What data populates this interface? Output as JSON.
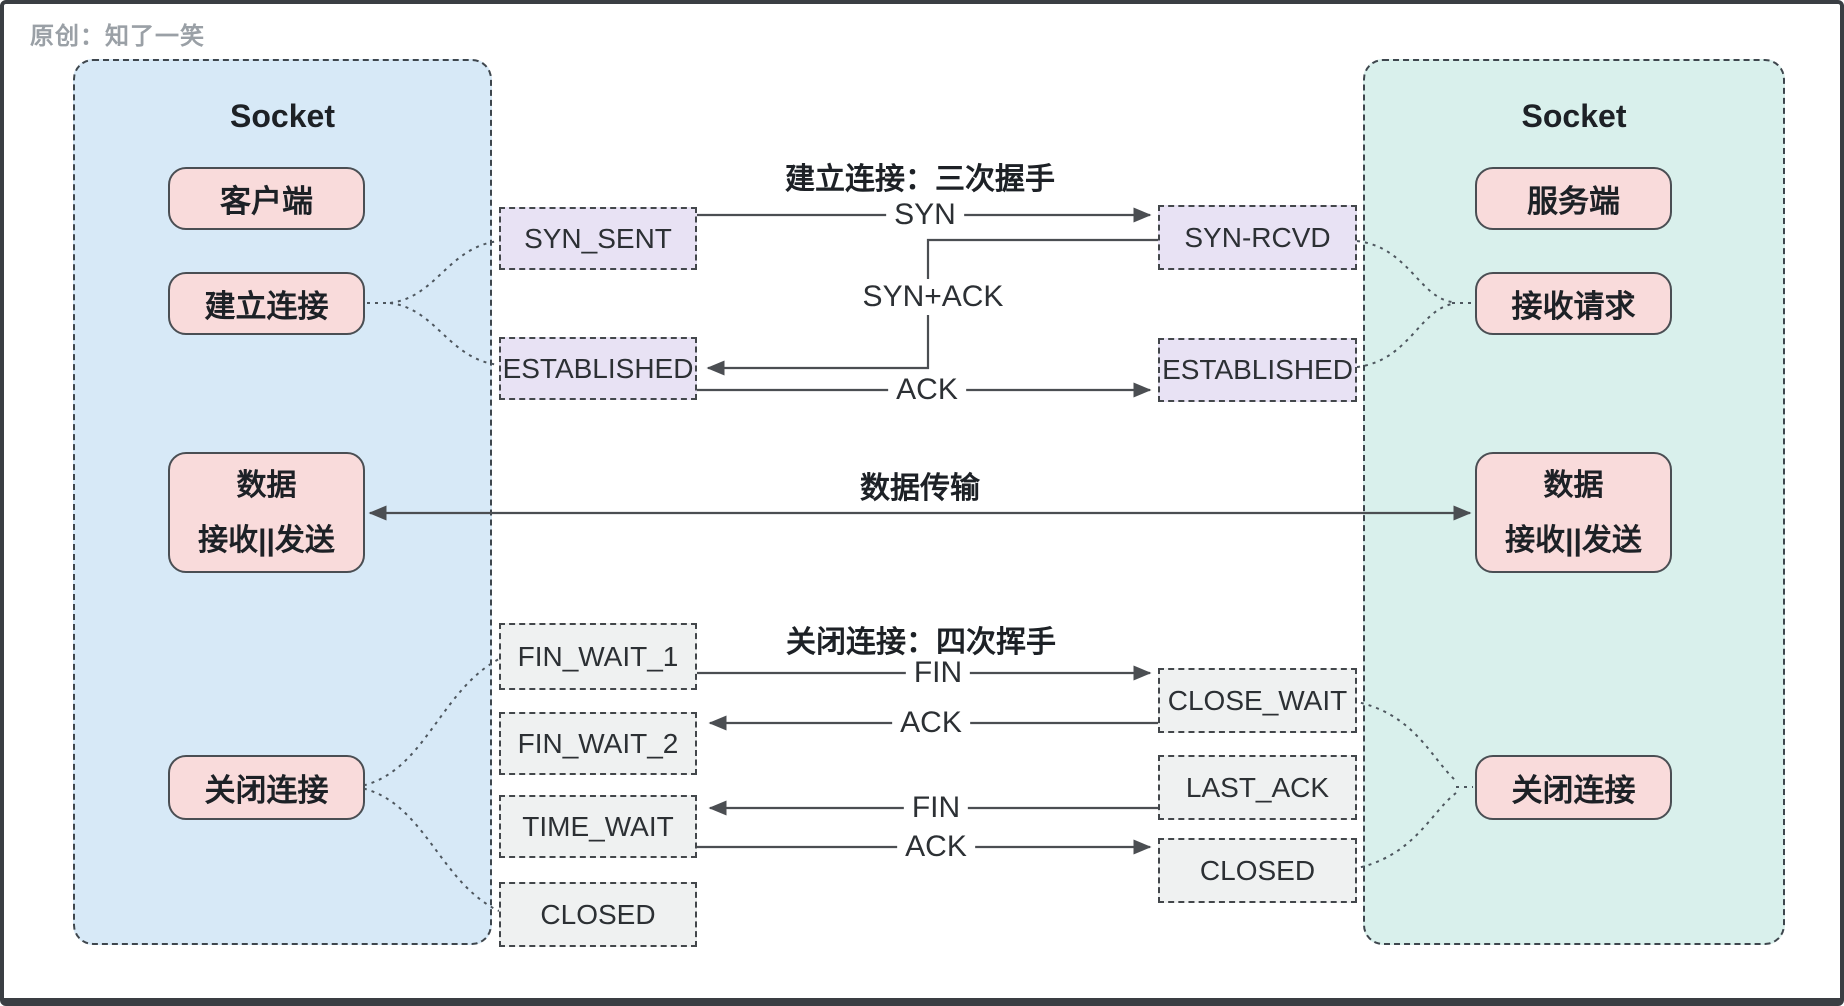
{
  "watermark": "原创：知了一笑",
  "left_panel": {
    "title": "Socket",
    "client": "客户端",
    "establish": "建立连接",
    "data_top": "数据",
    "data_bottom": "接收||发送",
    "close": "关闭连接"
  },
  "right_panel": {
    "title": "Socket",
    "server": "服务端",
    "accept": "接收请求",
    "data_top": "数据",
    "data_bottom": "接收||发送",
    "close": "关闭连接"
  },
  "client_states": {
    "syn_sent": "SYN_SENT",
    "established": "ESTABLISHED",
    "fin_wait_1": "FIN_WAIT_1",
    "fin_wait_2": "FIN_WAIT_2",
    "time_wait": "TIME_WAIT",
    "closed": "CLOSED"
  },
  "server_states": {
    "syn_rcvd": "SYN-RCVD",
    "established": "ESTABLISHED",
    "close_wait": "CLOSE_WAIT",
    "last_ack": "LAST_ACK",
    "closed": "CLOSED"
  },
  "sections": {
    "handshake": "建立连接：三次握手",
    "transfer": "数据传输",
    "teardown": "关闭连接：四次挥手"
  },
  "messages": {
    "syn": "SYN",
    "syn_ack": "SYN+ACK",
    "ack": "ACK",
    "fin_1": "FIN",
    "ack_1": "ACK",
    "fin_2": "FIN",
    "ack_2": "ACK"
  },
  "colors": {
    "panel_client": "#d7e9f7",
    "panel_server": "#d9f0ec",
    "panel_border": "#3e464d",
    "pill_fill": "#f9dbdb",
    "pill_border": "#4a4e53",
    "state_upper": "#e8e2f4",
    "state_lower": "#eff1f1",
    "state_border": "#43474b",
    "line": "#4b4e52",
    "dotted": "#4e575f",
    "frame": "#3a3e43",
    "text": "#1d2126",
    "state_text": "#2c3034",
    "watermark": "#9aa0a6"
  }
}
